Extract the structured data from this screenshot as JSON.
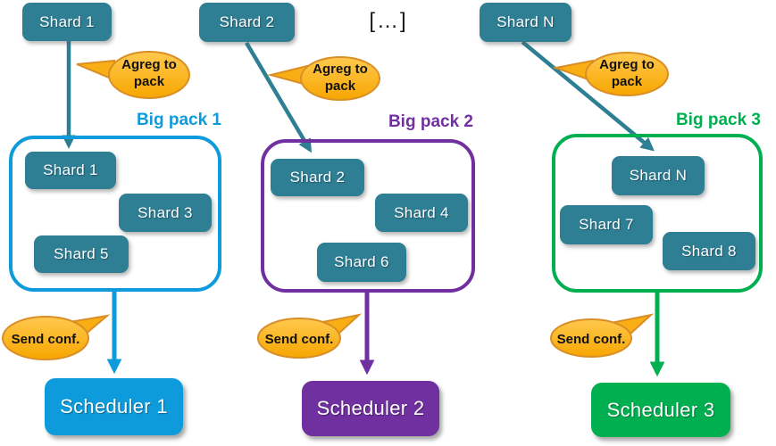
{
  "ellipsis_label": "[…]",
  "colors": {
    "teal": "#2E7E94",
    "blue": "#0E9BDB",
    "purple": "#7030A0",
    "green": "#00B050",
    "bubble-top": "#FFC94E",
    "bubble-bottom": "#F7A600",
    "bubble-mid": "#F9AE13",
    "bubble-border": "#D98E26"
  },
  "columns": [
    {
      "top_shard": "Shard 1",
      "agreg_bubble": "Agreg to pack",
      "pack_title": "Big pack 1",
      "pack_shards": [
        "Shard 1",
        "Shard 3",
        "Shard 5"
      ],
      "send_bubble": "Send conf.",
      "scheduler": "Scheduler 1"
    },
    {
      "top_shard": "Shard 2",
      "agreg_bubble": "Agreg to pack",
      "pack_title": "Big pack 2",
      "pack_shards": [
        "Shard 2",
        "Shard 4",
        "Shard 6"
      ],
      "send_bubble": "Send conf.",
      "scheduler": "Scheduler 2"
    },
    {
      "top_shard": "Shard N",
      "agreg_bubble": "Agreg to pack",
      "pack_title": "Big pack 3",
      "pack_shards": [
        "Shard N",
        "Shard 7",
        "Shard 8"
      ],
      "send_bubble": "Send conf.",
      "scheduler": "Scheduler 3"
    }
  ]
}
